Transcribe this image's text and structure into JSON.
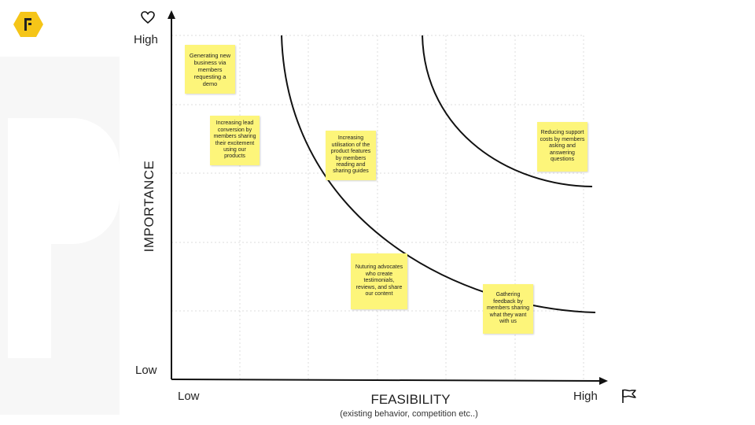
{
  "logo": {
    "icon": "hexagon-logo-icon",
    "color": "#f5c518"
  },
  "axes": {
    "y_title": "IMPORTANCE",
    "y_high": "High",
    "y_low": "Low",
    "y_icon": "heart-icon",
    "x_title": "FEASIBILITY",
    "x_subtitle": "(existing behavior, competition etc..)",
    "x_low": "Low",
    "x_high": "High",
    "x_icon": "flag-icon"
  },
  "notes": [
    {
      "text": "Generating new business via members requesting a demo"
    },
    {
      "text": "Increasing lead conversion by members sharing their excitement using our products"
    },
    {
      "text": "Increasing utilisation of the product features by members reading and sharing guides"
    },
    {
      "text": "Reducing support costs by members asking and answering questions"
    },
    {
      "text": "Nuturing advocates who create testimonials, reviews, and share our content"
    },
    {
      "text": "Gathering feedback by members sharing what they want with us"
    }
  ],
  "colors": {
    "note": "#fdf57a",
    "axis": "#111111",
    "grid": "#dcdcdc"
  }
}
